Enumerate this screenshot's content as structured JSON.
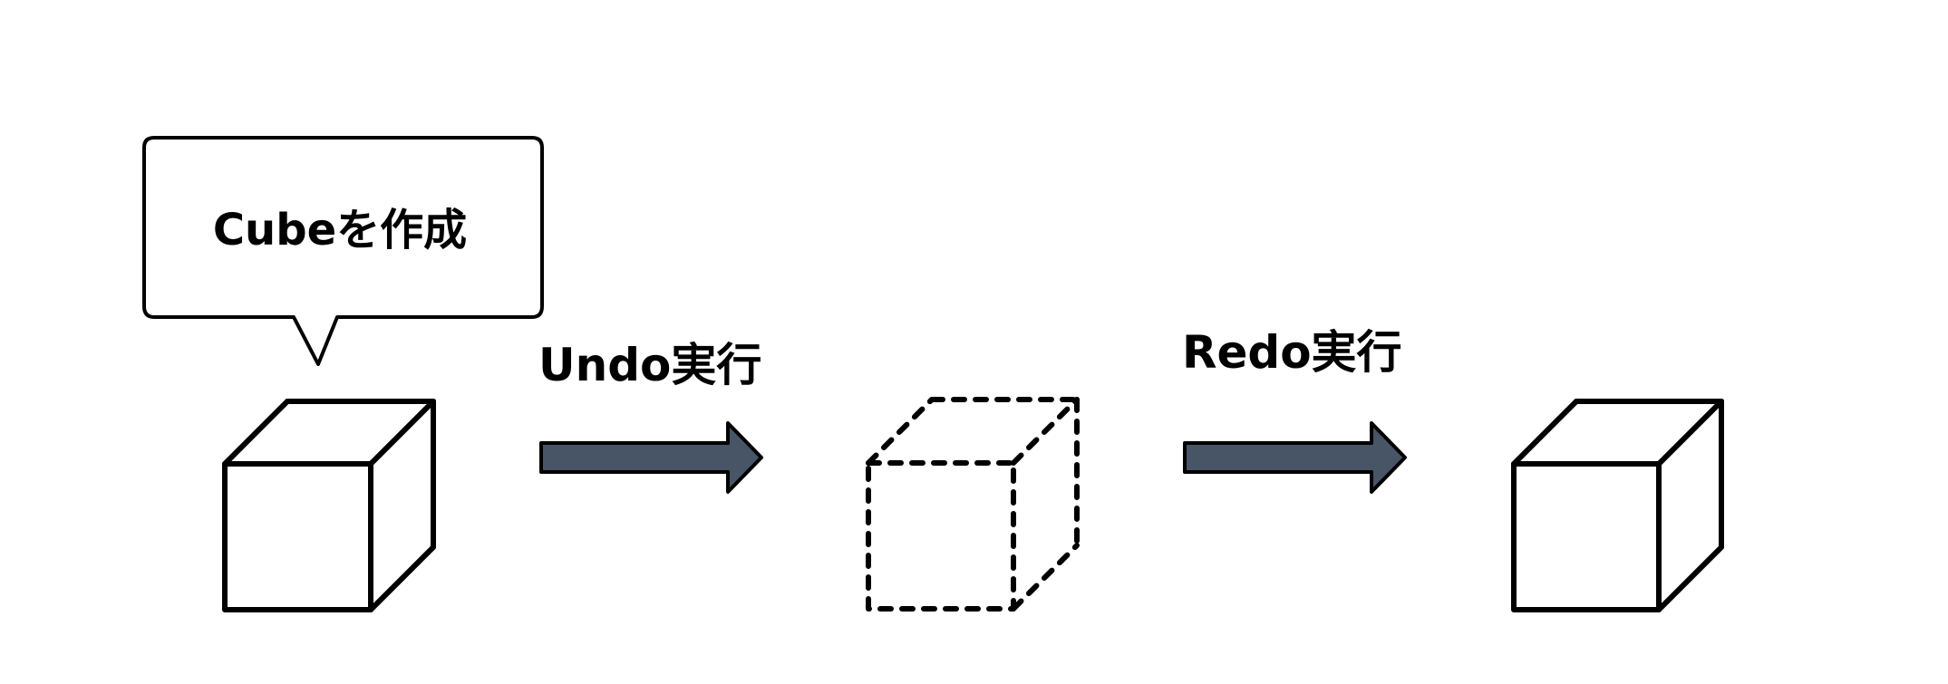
{
  "diagram": {
    "bubble_text": "Cubeを作成",
    "undo_label": "Undo実行",
    "redo_label": "Redo実行"
  },
  "colors": {
    "stroke": "#000000",
    "arrow_fill": "#475566",
    "background": "#ffffff"
  },
  "icons": {
    "cube_created": "solid-cube-icon",
    "cube_undone": "dashed-cube-icon",
    "cube_redone": "solid-cube-icon",
    "arrows": "right-arrow-icon"
  }
}
